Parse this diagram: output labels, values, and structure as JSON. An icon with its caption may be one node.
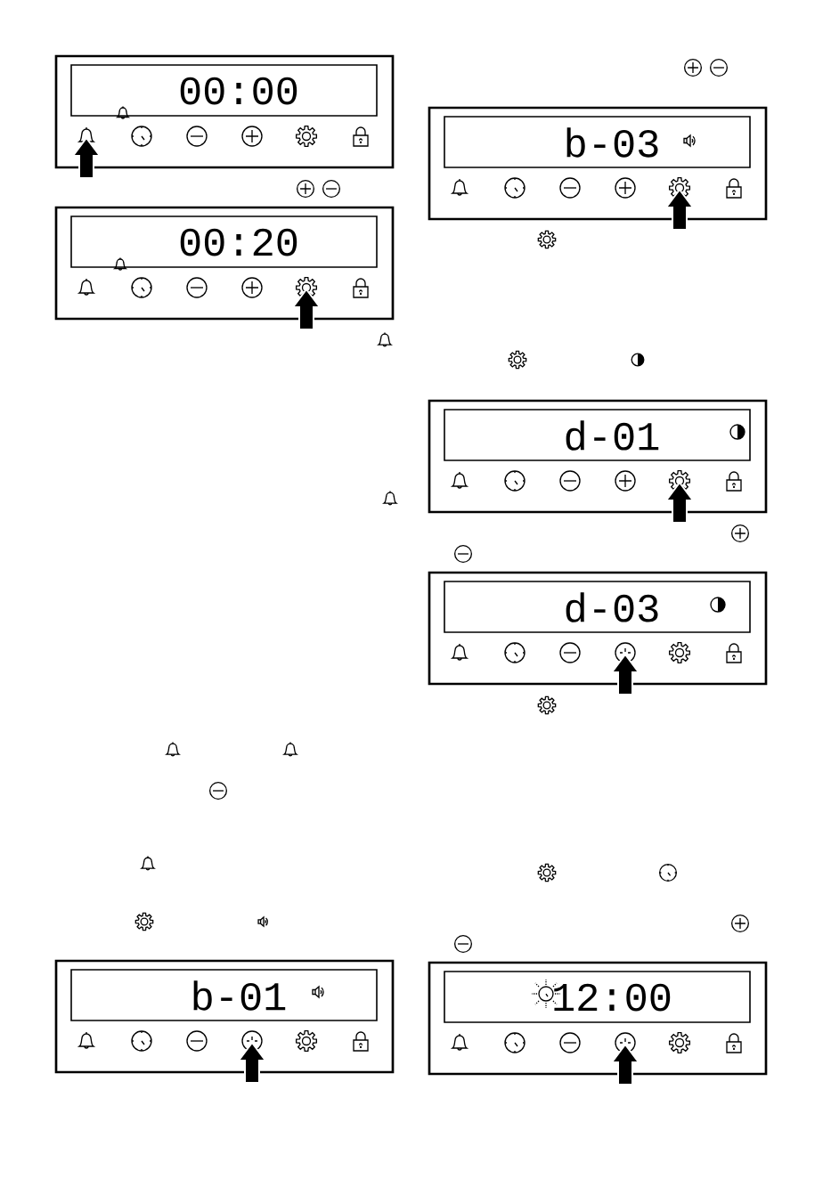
{
  "diagram": {
    "labels": [
      "00:00",
      "00:20",
      "b-01",
      "b-03",
      "d-01",
      "d-03",
      "12:00"
    ]
  }
}
